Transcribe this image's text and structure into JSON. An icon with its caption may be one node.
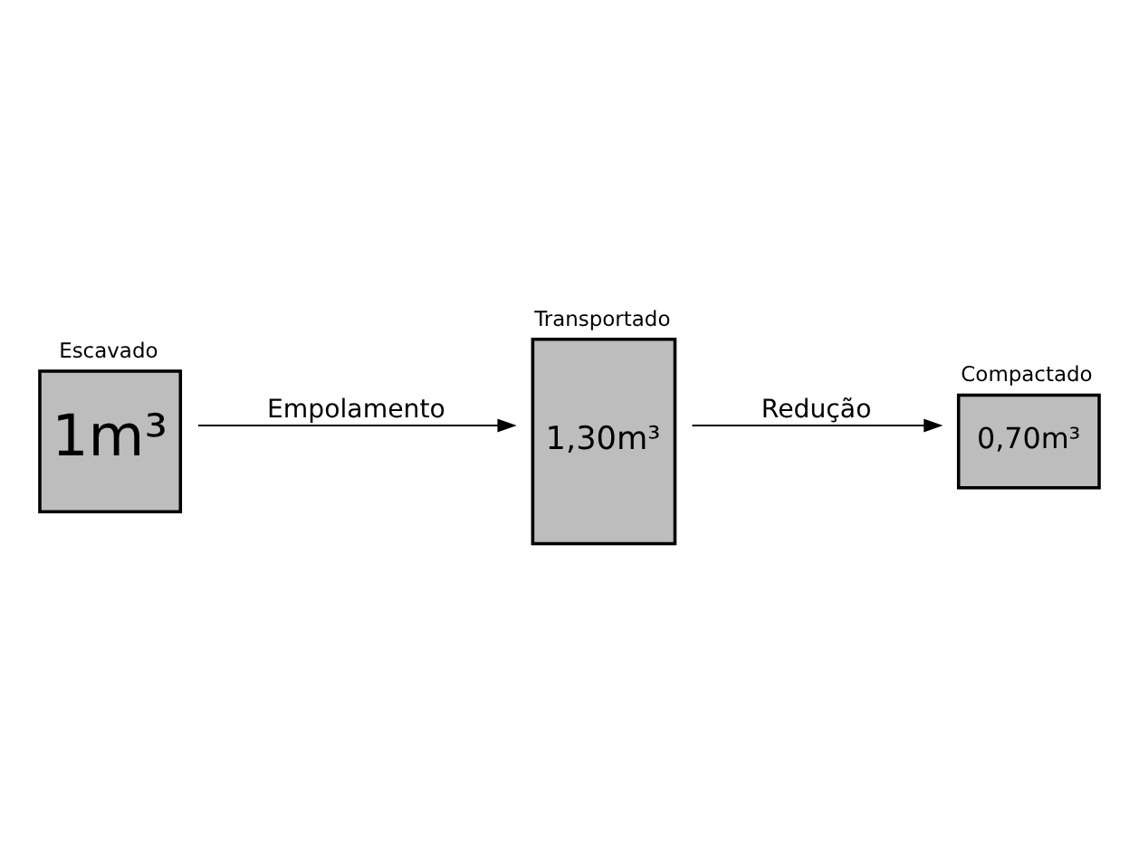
{
  "diagram": {
    "nodes": [
      {
        "text": [
          "1m³"
        ],
        "beside": [
          "Escavado"
        ]
      },
      {
        "text": [
          "1,30m³"
        ],
        "beside": [
          "Transportado"
        ]
      },
      {
        "text": [
          "0,70m³"
        ],
        "beside": [
          "Compactado"
        ]
      }
    ],
    "edges": [
      {
        "from": 0,
        "to": 1,
        "arrow": "to",
        "label": "Empolamento"
      },
      {
        "from": 1,
        "to": 2,
        "arrow": "to",
        "label": "Redução"
      }
    ]
  }
}
